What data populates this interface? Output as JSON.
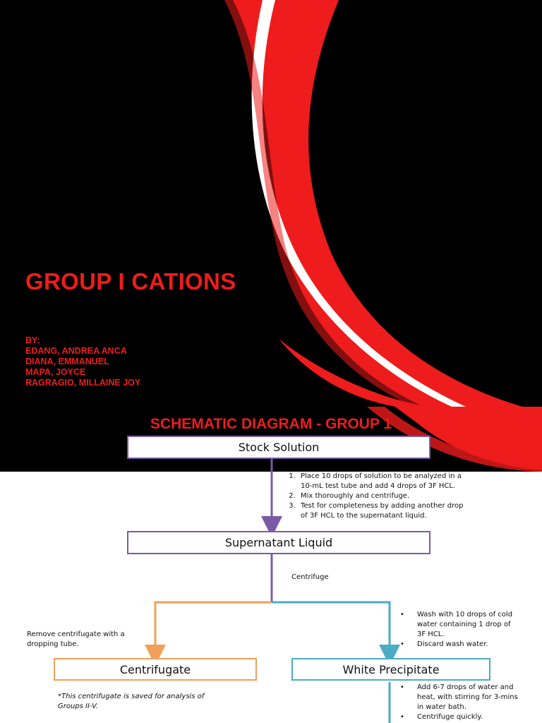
{
  "slide1": {
    "title": "GROUP I CATIONS",
    "by_label": "BY:",
    "authors": [
      "EDANG, ANDREA ANCA",
      "DIANA, EMMANUEL",
      "MAPA, JOYCE",
      "RAGRAGIO, MILLAINE JOY"
    ],
    "colors": {
      "background": "#000000",
      "accent": "#ee1c1c"
    }
  },
  "slide2": {
    "title": "SCHEMATIC DIAGRAM - GROUP 1",
    "boxes": {
      "stock_solution": "Stock Solution",
      "supernatant_liquid": "Supernatant Liquid",
      "centrifugate": "Centrifugate",
      "white_precipitate": "White Precipitate"
    },
    "steps_stock": [
      "Place 10 drops of solution to be analyzed in a    10-mL test tube and add 4 drops of 3F HCL.",
      "Mix thoroughly and centrifuge.",
      "Test for completeness by adding another drop of 3F HCL to the supernatant liquid."
    ],
    "centrifuge_label": "Centrifuge",
    "remove_note": "Remove centrifugate with a dropping tube.",
    "wash_steps": [
      "Wash with 10 drops of cold water containing 1 drop of 3F HCL.",
      "Discard wash water."
    ],
    "saved_note": "*This centrifugate is saved for analysis of Groups II-V.",
    "heat_steps": [
      "Add 6-7 drops of water and heat, with stirring  for 3-mins in water bath.",
      "Centrifuge quickly."
    ],
    "colors": {
      "purple": "#7b5aa6",
      "orange": "#f0a05a",
      "teal": "#4aacc5"
    }
  }
}
